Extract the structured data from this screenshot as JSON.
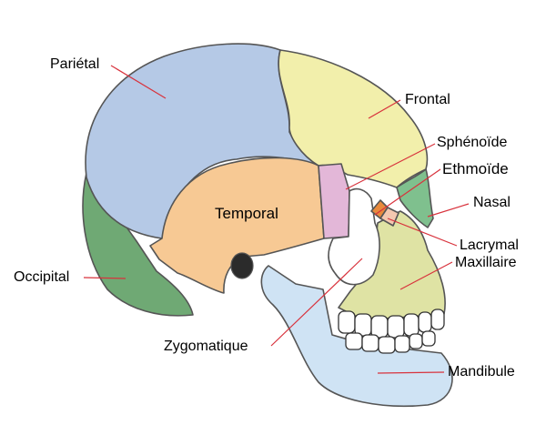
{
  "labels": {
    "parietal": "Pariétal",
    "frontal": "Frontal",
    "sphenoid": "Sphénoïde",
    "ethmoid": "Ethmoïde",
    "nasal": "Nasal",
    "temporal": "Temporal",
    "lacrimal": "Lacrymal",
    "maxilla": "Maxillaire",
    "occipital": "Occipital",
    "zygomatic": "Zygomatique",
    "mandible": "Mandibule"
  },
  "colors": {
    "parietal": "#b5c9e6",
    "frontal": "#f2efab",
    "sphenoid": "#e3b7d8",
    "ethmoid": "#e88a3c",
    "nasal": "#7fc08e",
    "temporal": "#f7c994",
    "lacrimal": "#f4c8b0",
    "maxilla": "#dfe3a4",
    "occipital": "#6fa974",
    "zygomatic": "#ffffff",
    "mandible": "#cfe3f4",
    "leader": "#d8323c"
  }
}
